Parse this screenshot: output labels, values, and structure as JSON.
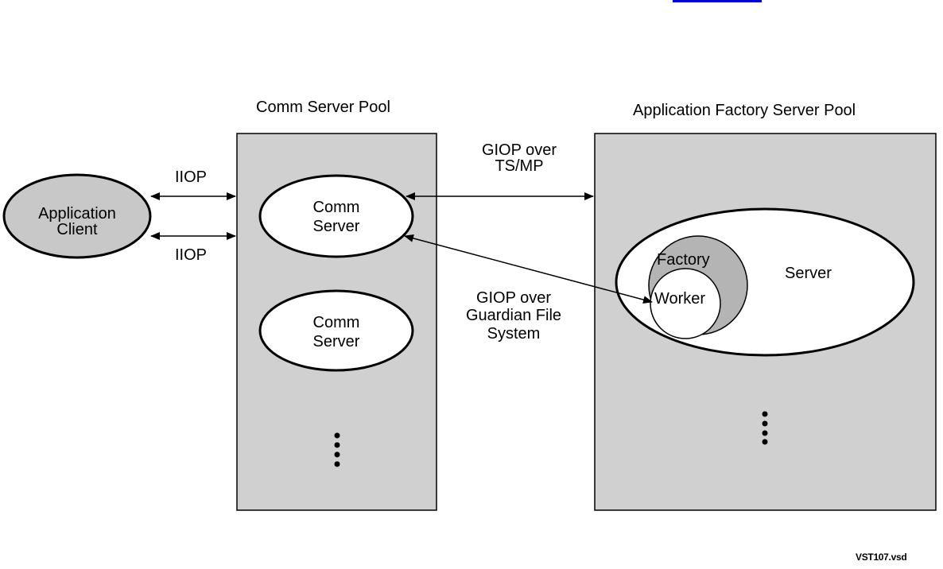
{
  "pools": {
    "comm": {
      "title": "Comm Server Pool"
    },
    "app": {
      "title": "Application Factory Server Pool"
    }
  },
  "client": {
    "label_line1": "Application",
    "label_line2": "Client"
  },
  "comm_servers": [
    {
      "line1": "Comm",
      "line2": "Server"
    },
    {
      "line1": "Comm",
      "line2": "Server"
    }
  ],
  "protocols": {
    "iiop_top": "IIOP",
    "iiop_bottom": "IIOP",
    "giop_tsmp_line1": "GIOP over",
    "giop_tsmp_line2": "TS/MP",
    "giop_gfs_line1": "GIOP over",
    "giop_gfs_line2": "Guardian File",
    "giop_gfs_line3": "System"
  },
  "app_server": {
    "server": "Server",
    "factory": "Factory",
    "worker": "Worker"
  },
  "footer": {
    "file_name": "VST107.vsd"
  },
  "colors": {
    "pool_fill": "#d0d0d0",
    "client_fill": "#c8c8c8",
    "factory_fill": "#b4b4b4",
    "ellipse_fill": "#ffffff",
    "stroke": "#000000"
  }
}
